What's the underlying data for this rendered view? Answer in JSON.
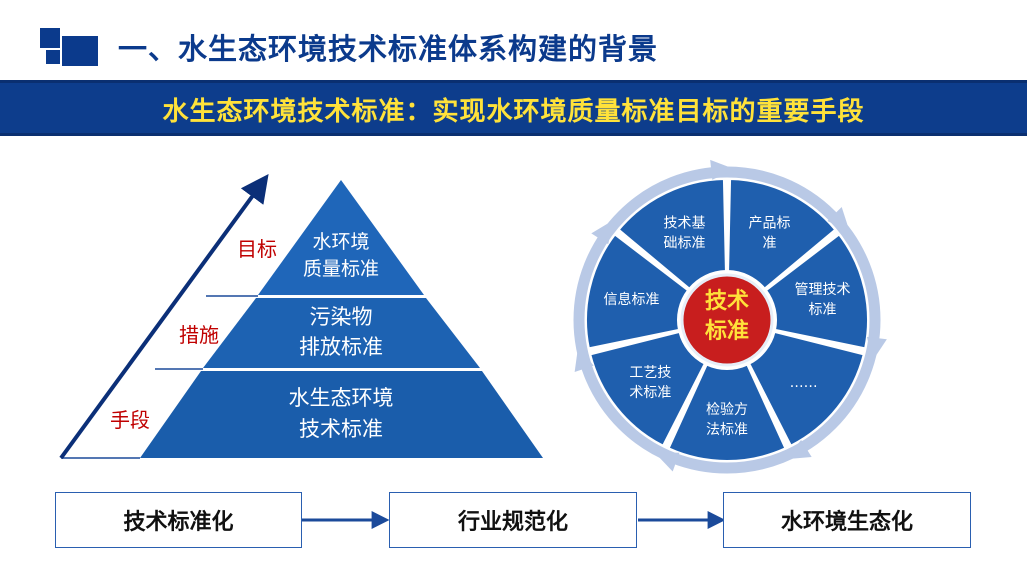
{
  "title": "一、水生态环境技术标准体系构建的背景",
  "banner": "水生态环境技术标准：实现水环境质量标准目标的重要手段",
  "pyramid": {
    "levels": [
      {
        "line1": "水环境",
        "line2": "质量标准"
      },
      {
        "line1": "污染物",
        "line2": "排放标准"
      },
      {
        "line1": "水生态环境",
        "line2": "技术标准"
      }
    ],
    "side_labels": [
      "目标",
      "措施",
      "手段"
    ]
  },
  "wheel": {
    "center_line1": "技术",
    "center_line2": "标准",
    "segments": [
      {
        "line1": "产品标",
        "line2": "准"
      },
      {
        "line1": "管理技术",
        "line2": "标准"
      },
      {
        "line1": "……",
        "line2": ""
      },
      {
        "line1": "检验方",
        "line2": "法标准"
      },
      {
        "line1": "工艺技",
        "line2": "术标准"
      },
      {
        "line1": "信息标准",
        "line2": ""
      },
      {
        "line1": "技术基",
        "line2": "础标准"
      }
    ]
  },
  "flow": [
    "技术标准化",
    "行业规范化",
    "水环境生态化"
  ],
  "colors": {
    "primary": "#0d3d8c",
    "segment": "#1f5fae",
    "center": "#c81e1e",
    "label_red": "#c00000",
    "banner_text": "#ffe23a"
  }
}
